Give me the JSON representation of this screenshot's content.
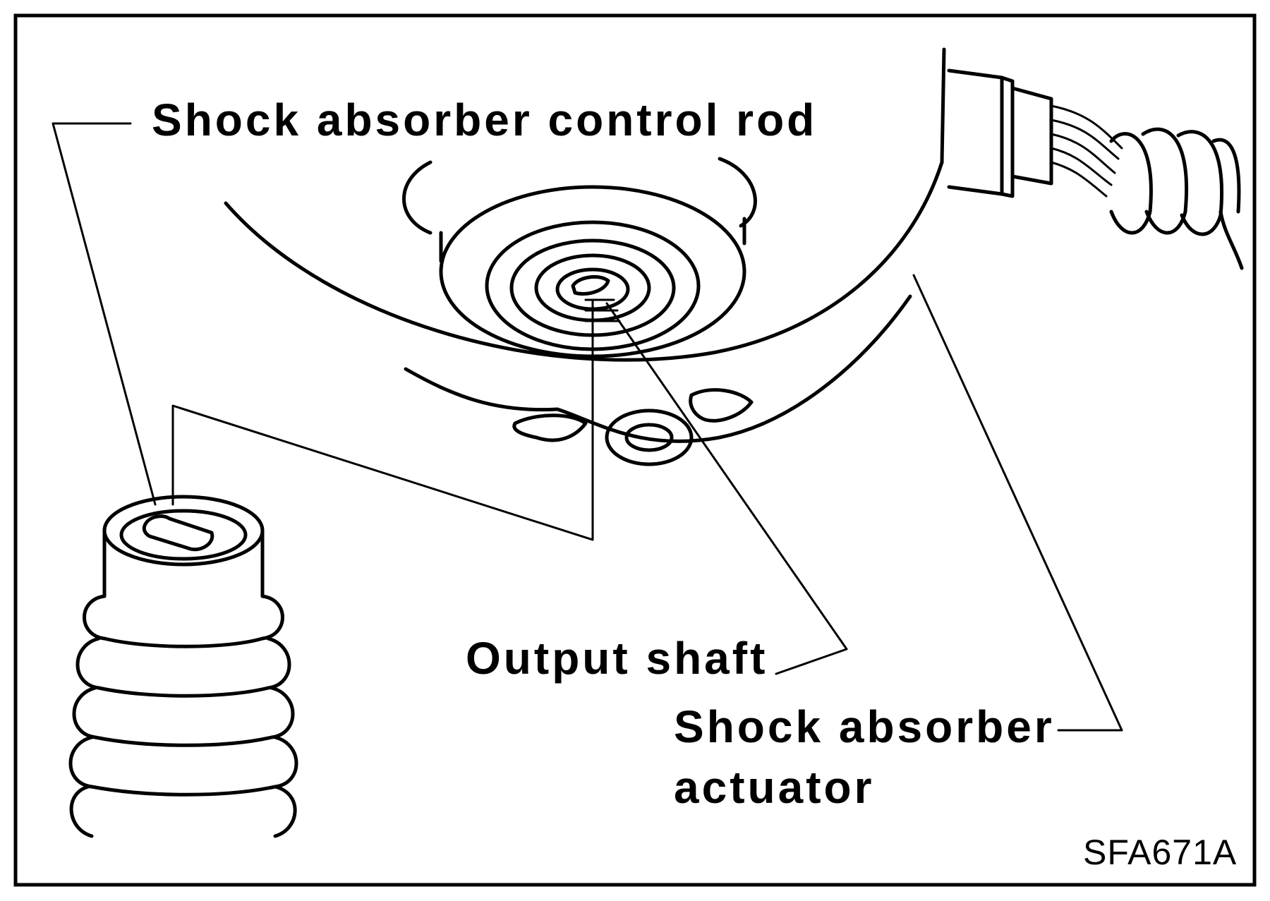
{
  "labels": {
    "control_rod": "Shock absorber control rod",
    "output_shaft": "Output shaft",
    "actuator_line1": "Shock absorber",
    "actuator_line2": "actuator",
    "figure_code": "SFA671A"
  },
  "colors": {
    "ink": "#000000",
    "paper": "#ffffff"
  }
}
